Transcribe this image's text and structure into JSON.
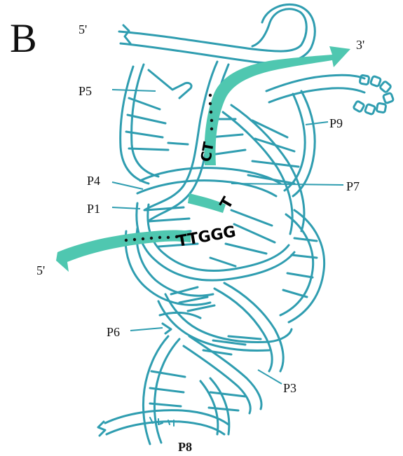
{
  "panel_letter": "B",
  "labels": {
    "five_prime_top": "5'",
    "three_prime": "3'",
    "five_prime_left": "5'",
    "p5": "P5",
    "p9": "P9",
    "p4": "P4",
    "p7": "P7",
    "p1": "P1",
    "p6": "P6",
    "p3": "P3",
    "p8": "P8"
  },
  "sequences": {
    "upper": "CT",
    "lower_a": "TTGGG",
    "lower_b": "T"
  },
  "colors": {
    "rna_strand": "#2f9db0",
    "substrate_arrow": "#4fc7b0",
    "text": "#111111"
  }
}
